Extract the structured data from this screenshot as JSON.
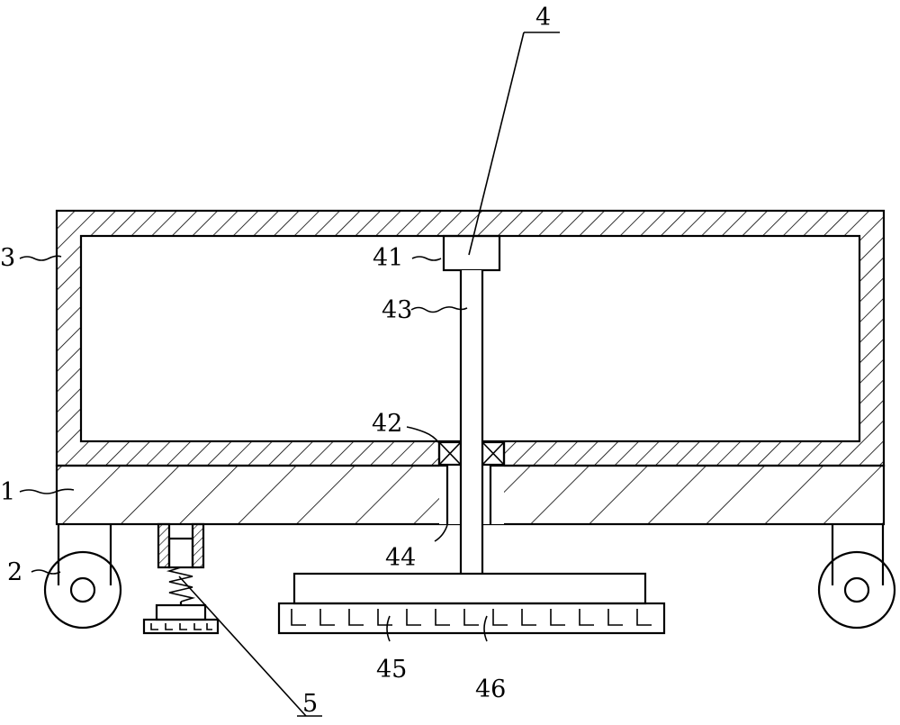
{
  "figure": {
    "labels": {
      "l1": "1",
      "l2": "2",
      "l3": "3",
      "l4": "4",
      "l5": "5",
      "l41": "41",
      "l42": "42",
      "l43": "43",
      "l44": "44",
      "l45": "45",
      "l46": "46"
    }
  }
}
